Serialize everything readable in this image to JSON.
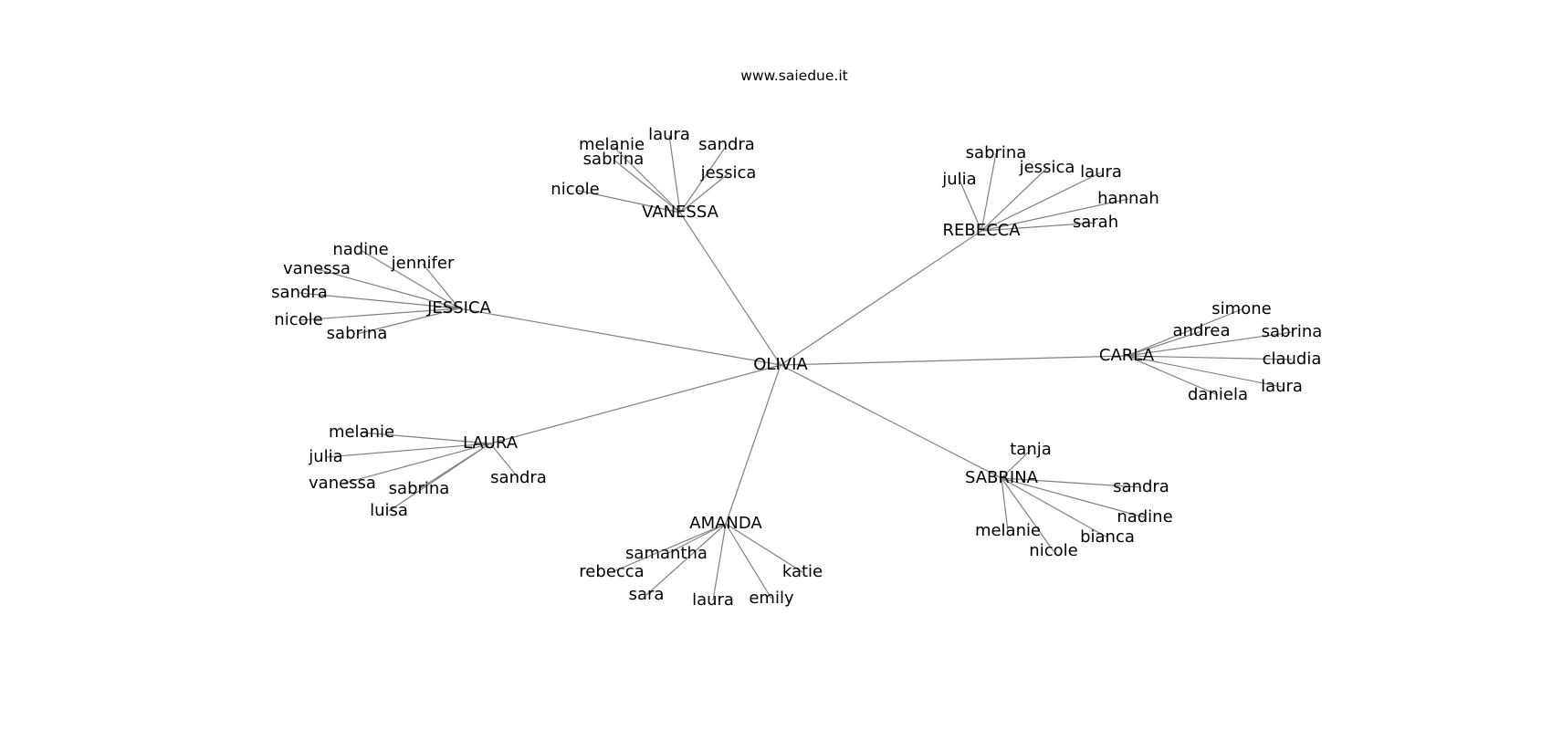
{
  "source_text": "www.saiedue.it",
  "root": "OLIVIA",
  "groups": [
    {
      "name": "VANESSA",
      "children": [
        "sabrina",
        "melanie",
        "laura",
        "sandra",
        "jessica",
        "nicole"
      ]
    },
    {
      "name": "REBECCA",
      "children": [
        "sabrina",
        "julia",
        "jessica",
        "laura",
        "hannah",
        "sarah"
      ]
    },
    {
      "name": "JESSICA",
      "children": [
        "nadine",
        "vanessa",
        "jennifer",
        "sandra",
        "nicole",
        "sabrina"
      ]
    },
    {
      "name": "CARLA",
      "children": [
        "simone",
        "andrea",
        "sabrina",
        "claudia",
        "laura",
        "daniela"
      ]
    },
    {
      "name": "LAURA",
      "children": [
        "melanie",
        "julia",
        "vanessa",
        "sabrina",
        "luisa",
        "sandra"
      ]
    },
    {
      "name": "SABRINA",
      "children": [
        "tanja",
        "sandra",
        "nadine",
        "melanie",
        "nicole",
        "bianca"
      ]
    },
    {
      "name": "AMANDA",
      "children": [
        "samantha",
        "rebecca",
        "sara",
        "laura",
        "emily",
        "katie"
      ]
    }
  ]
}
